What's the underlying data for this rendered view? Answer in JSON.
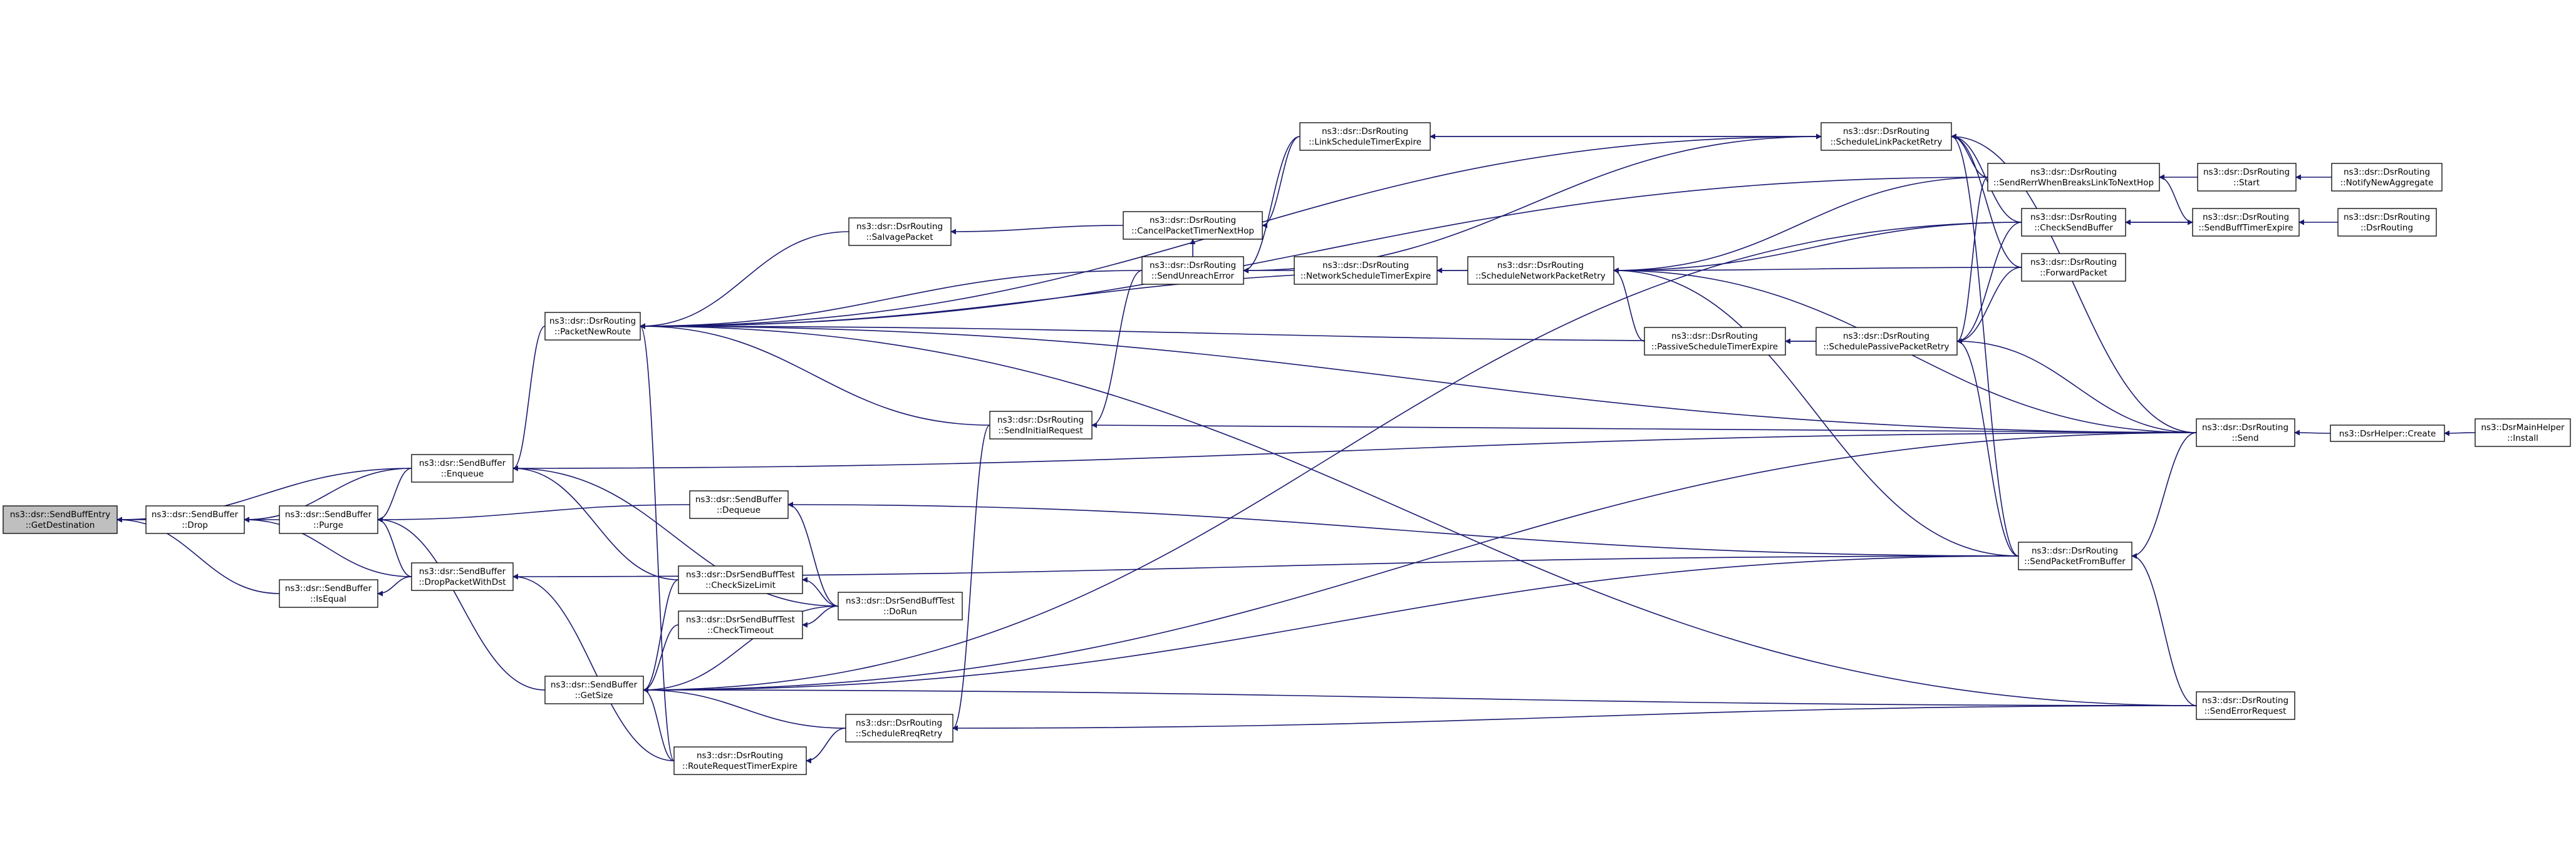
{
  "colors": {
    "edge": "#191970",
    "node_fill": "#ffffff",
    "node_border": "#000000",
    "highlight_fill": "#bfbfbf"
  },
  "nodes": {
    "get_destination": [
      "ns3::dsr::SendBuffEntry",
      "::GetDestination"
    ],
    "drop": [
      "ns3::dsr::SendBuffer",
      "::Drop"
    ],
    "is_equal": [
      "ns3::dsr::SendBuffer",
      "::IsEqual"
    ],
    "purge": [
      "ns3::dsr::SendBuffer",
      "::Purge"
    ],
    "enqueue": [
      "ns3::dsr::SendBuffer",
      "::Enqueue"
    ],
    "drop_packet_with_dst": [
      "ns3::dsr::SendBuffer",
      "::DropPacketWithDst"
    ],
    "packet_new_route": [
      "ns3::dsr::DsrRouting",
      "::PacketNewRoute"
    ],
    "get_size": [
      "ns3::dsr::SendBuffer",
      "::GetSize"
    ],
    "dequeue": [
      "ns3::dsr::SendBuffer",
      "::Dequeue"
    ],
    "check_size_limit": [
      "ns3::dsr::DsrSendBuffTest",
      "::CheckSizeLimit"
    ],
    "check_timeout": [
      "ns3::dsr::DsrSendBuffTest",
      "::CheckTimeout"
    ],
    "do_run": [
      "ns3::dsr::DsrSendBuffTest",
      "::DoRun"
    ],
    "route_request_timer_expire": [
      "ns3::dsr::DsrRouting",
      "::RouteRequestTimerExpire"
    ],
    "schedule_rreq_retry": [
      "ns3::dsr::DsrRouting",
      "::ScheduleRreqRetry"
    ],
    "send_initial_request": [
      "ns3::dsr::DsrRouting",
      "::SendInitialRequest"
    ],
    "salvage_packet": [
      "ns3::dsr::DsrRouting",
      "::SalvagePacket"
    ],
    "cancel_packet_timer_next_hop": [
      "ns3::dsr::DsrRouting",
      "::CancelPacketTimerNextHop"
    ],
    "send_unreach_error": [
      "ns3::dsr::DsrRouting",
      "::SendUnreachError"
    ],
    "link_schedule_timer_expire": [
      "ns3::dsr::DsrRouting",
      "::LinkScheduleTimerExpire"
    ],
    "network_schedule_timer_expire": [
      "ns3::dsr::DsrRouting",
      "::NetworkScheduleTimerExpire"
    ],
    "schedule_network_packet_retry": [
      "ns3::dsr::DsrRouting",
      "::ScheduleNetworkPacketRetry"
    ],
    "passive_schedule_timer_expire": [
      "ns3::dsr::DsrRouting",
      "::PassiveScheduleTimerExpire"
    ],
    "schedule_passive_packet_retry": [
      "ns3::dsr::DsrRouting",
      "::SchedulePassivePacketRetry"
    ],
    "schedule_link_packet_retry": [
      "ns3::dsr::DsrRouting",
      "::ScheduleLinkPacketRetry"
    ],
    "send_rerr_when_breaks_link_to_next_hop": [
      "ns3::dsr::DsrRouting",
      "::SendRerrWhenBreaksLinkToNextHop"
    ],
    "check_send_buffer": [
      "ns3::dsr::DsrRouting",
      "::CheckSendBuffer"
    ],
    "forward_packet": [
      "ns3::dsr::DsrRouting",
      "::ForwardPacket"
    ],
    "send_packet_from_buffer": [
      "ns3::dsr::DsrRouting",
      "::SendPacketFromBuffer"
    ],
    "send": [
      "ns3::dsr::DsrRouting",
      "::Send"
    ],
    "send_error_request": [
      "ns3::dsr::DsrRouting",
      "::SendErrorRequest"
    ],
    "start": [
      "ns3::dsr::DsrRouting",
      "::Start"
    ],
    "notify_new_aggregate": [
      "ns3::dsr::DsrRouting",
      "::NotifyNewAggregate"
    ],
    "send_buff_timer_expire": [
      "ns3::dsr::DsrRouting",
      "::SendBuffTimerExpire"
    ],
    "dsr_routing": [
      "ns3::dsr::DsrRouting",
      "::DsrRouting"
    ],
    "dsr_helper_create": [
      "ns3::DsrHelper::Create"
    ],
    "dsr_main_helper_install": [
      "ns3::DsrMainHelper",
      "::Install"
    ]
  }
}
